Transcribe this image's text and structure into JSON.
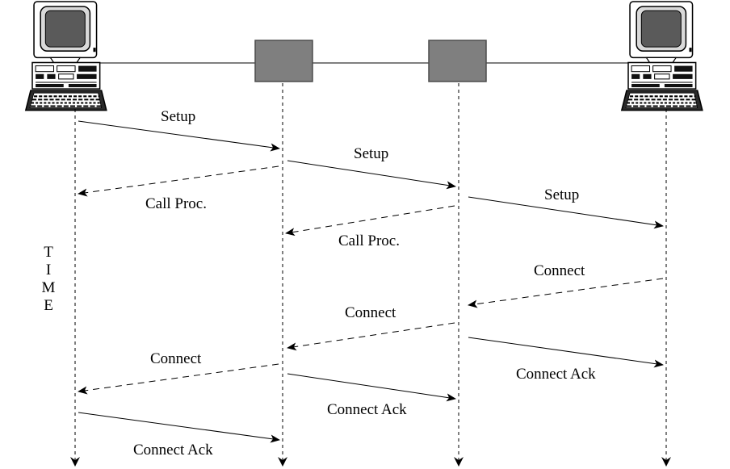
{
  "time_axis": {
    "letters": [
      "T",
      "I",
      "M",
      "E"
    ]
  },
  "messages": [
    {
      "label": "Setup",
      "direction": "right",
      "line": "solid"
    },
    {
      "label": "Setup",
      "direction": "right",
      "line": "solid"
    },
    {
      "label": "Call Proc.",
      "direction": "left",
      "line": "dashed"
    },
    {
      "label": "Setup",
      "direction": "right",
      "line": "solid"
    },
    {
      "label": "Call Proc.",
      "direction": "left",
      "line": "dashed"
    },
    {
      "label": "Connect",
      "direction": "left",
      "line": "dashed"
    },
    {
      "label": "Connect",
      "direction": "left",
      "line": "dashed"
    },
    {
      "label": "Connect",
      "direction": "left",
      "line": "dashed"
    },
    {
      "label": "Connect Ack",
      "direction": "right",
      "line": "solid"
    },
    {
      "label": "Connect Ack",
      "direction": "right",
      "line": "solid"
    },
    {
      "label": "Connect Ack",
      "direction": "right",
      "line": "solid"
    }
  ],
  "colors": {
    "switch_fill": "#7f7f7f",
    "switch_stroke": "#4d4d4d",
    "line": "#000000"
  }
}
